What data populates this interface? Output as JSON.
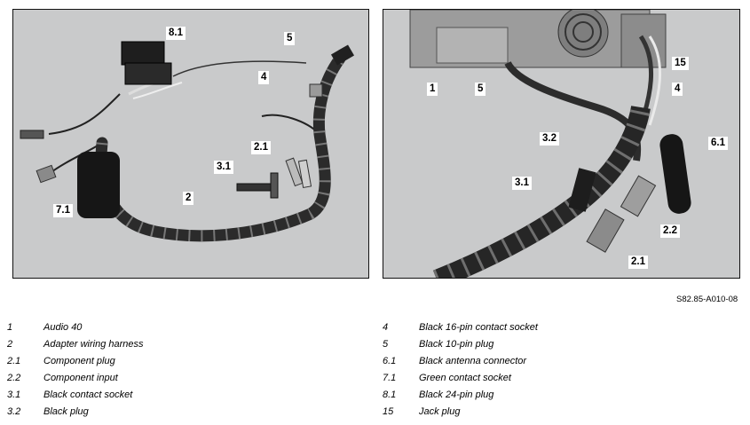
{
  "callouts_left": [
    "8.1",
    "5",
    "4",
    "2.1",
    "3.1",
    "7.1",
    "2"
  ],
  "callouts_right": [
    "15",
    "1",
    "5",
    "4",
    "6.1",
    "3.2",
    "3.1",
    "2.2",
    "2.1"
  ],
  "figure_code": "S82.85-A010-08",
  "legend": [
    {
      "num": "1",
      "text": "Audio 40"
    },
    {
      "num": "2",
      "text": "Adapter wiring harness"
    },
    {
      "num": "2.1",
      "text": "Component plug"
    },
    {
      "num": "2.2",
      "text": "Component input"
    },
    {
      "num": "3.1",
      "text": "Black contact socket"
    },
    {
      "num": "3.2",
      "text": "Black plug"
    },
    {
      "num": "4",
      "text": "Black 16-pin contact socket"
    },
    {
      "num": "5",
      "text": "Black 10-pin plug"
    },
    {
      "num": "6.1",
      "text": "Black antenna connector"
    },
    {
      "num": "7.1",
      "text": "Green contact socket"
    },
    {
      "num": "8.1",
      "text": "Black 24-pin plug"
    },
    {
      "num": "15",
      "text": "Jack plug"
    }
  ]
}
